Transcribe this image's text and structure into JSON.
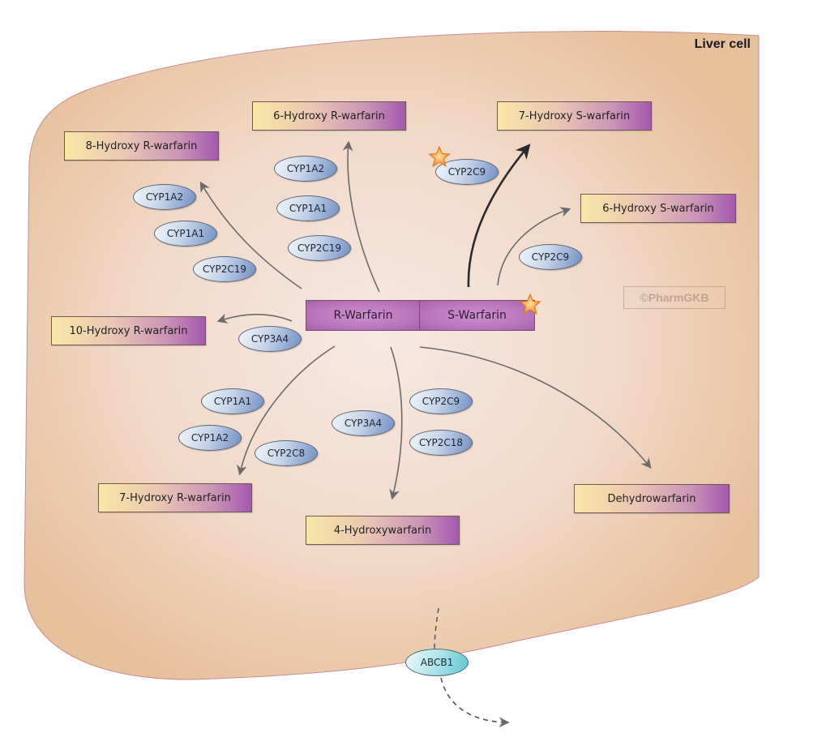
{
  "title": "Liver cell",
  "watermark": "©PharmGKB",
  "drugs": {
    "r_warfarin": "R-Warfarin",
    "s_warfarin": "S-Warfarin"
  },
  "metabolites": {
    "hydroxy8_r": "8-Hydroxy R-warfarin",
    "hydroxy6_r": "6-Hydroxy R-warfarin",
    "hydroxy7_s": "7-Hydroxy S-warfarin",
    "hydroxy6_s": "6-Hydroxy S-warfarin",
    "hydroxy10_r": "10-Hydroxy R-warfarin",
    "hydroxy7_r": "7-Hydroxy R-warfarin",
    "hydroxy4": "4-Hydroxywarfarin",
    "dehydro": "Dehydrowarfarin"
  },
  "enzymes": {
    "path_8r": [
      "CYP1A2",
      "CYP1A1",
      "CYP2C19"
    ],
    "path_6r": [
      "CYP1A2",
      "CYP1A1",
      "CYP2C19"
    ],
    "path_7s": [
      "CYP2C9"
    ],
    "path_6s": [
      "CYP2C9"
    ],
    "path_10r": [
      "CYP3A4"
    ],
    "path_7r": [
      "CYP1A1",
      "CYP1A2",
      "CYP2C8"
    ],
    "path_4": [
      "CYP3A4",
      "CYP2C9",
      "CYP2C18"
    ]
  },
  "transporter": "ABCB1",
  "icons": {
    "important_marker": "orange-star-icon"
  },
  "colors": {
    "cell_fill": "#e8c4a2",
    "cell_center": "#f6e6de",
    "arrow": "#6b6b6b",
    "major_arrow": "#2b2b2b",
    "star": "#f39a2b"
  }
}
